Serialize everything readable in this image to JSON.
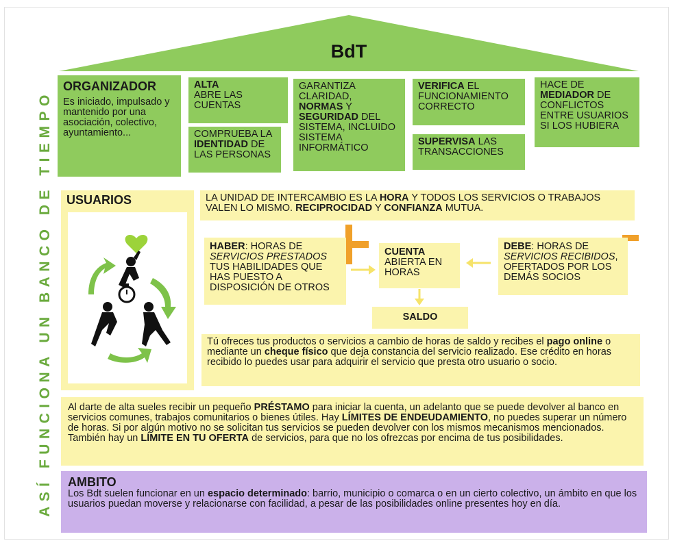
{
  "title": "BdT",
  "side_label": "ASÍ FUNCIONA UN BANCO DE TIEMPO",
  "organizador": {
    "title": "ORGANIZADOR",
    "text": "Es iniciado, impulsado y mantenido por una asociación, colectivo, ayuntamiento..."
  },
  "alta": {
    "bold": "ALTA",
    "text": "ABRE LAS CUENTAS"
  },
  "comprueba": {
    "pre": "COMPRUEBA LA",
    "bold": "IDENTIDAD",
    "post": "DE LAS PERSONAS"
  },
  "garantiza": {
    "pre": "GARANTIZA CLARIDAD,",
    "bold1": "NORMAS",
    "mid": "Y",
    "bold2": "SEGURIDAD",
    "post": "DEL SISTEMA, INCLUIDO SISTEMA INFORMÁTICO"
  },
  "verifica": {
    "bold": "VERIFICA",
    "text": "EL FUNCIONAMIENTO CORRECTO"
  },
  "supervisa": {
    "bold": "SUPERVISA",
    "text": "LAS TRANSACCIONES"
  },
  "mediador": {
    "pre": "HACE DE",
    "bold": "MEDIADOR",
    "post": "DE CONFLICTOS ENTRE USUARIOS SI LOS HUBIERA"
  },
  "usuarios": {
    "title": "USUARIOS"
  },
  "unidad": {
    "pre": "LA UNIDAD DE INTERCAMBIO ES LA",
    "bold1": "HORA",
    "mid": "Y TODOS LOS SERVICIOS O TRABAJOS VALEN LO MISMO.",
    "bold2": "RECIPROCIDAD",
    "mid2": "Y",
    "bold3": "CONFIANZA",
    "post": "MUTUA."
  },
  "haber": {
    "bold": "HABER",
    "pre": ": HORAS DE",
    "italic": "SERVICIOS PRESTADOS",
    "post": "TUS HABILIDADES QUE HAS PUESTO A DISPOSICIÓN DE OTROS"
  },
  "cuenta": {
    "bold": "CUENTA",
    "text": "ABIERTA EN HORAS"
  },
  "debe": {
    "bold": "DEBE",
    "pre": ": HORAS DE",
    "italic": "SERVICIOS RECIBIDOS",
    "post": ", OFERTADOS POR LOS DEMÁS SOCIOS"
  },
  "saldo": {
    "text": "SALDO"
  },
  "ofreces": {
    "pre": "Tú ofreces tus productos o servicios a cambio de horas de saldo y recibes el",
    "bold1": "pago online",
    "mid": "o mediante un",
    "bold2": "cheque físico",
    "post": "que deja constancia del servicio realizado. Ese crédito en horas recibido lo puedes usar para adquirir el servicio que presta otro usuario o socio."
  },
  "prestamo": {
    "t1": "Al darte de alta sueles recibir un pequeño",
    "b1": "PRÉSTAMO",
    "t2": "para iniciar la cuenta, un adelanto que se puede devolver al banco en servicios comunes, trabajos comunitarios o bienes útiles. Hay",
    "b2": "LÍMITES DE ENDEUDAMIENTO",
    "t3": ", no puedes superar un número de horas. Si por algún motivo no se solicitan tus servicios se pueden devolver con los mismos mecanismos mencionados. También hay un",
    "b3": "LÍMITE EN TU OFERTA",
    "t4": "de servicios, para que no los ofrezcas por encima de tus posibilidades."
  },
  "ambito": {
    "title": "AMBITO",
    "pre": "Los Bdt suelen funcionar en un",
    "bold": "espacio determinado",
    "post": ": barrio, municipio o comarca o en un cierto colectivo, un ámbito en que los usuarios puedan moverse y relacionarse con facilidad, a pesar de las posibilidades online presentes hoy en día."
  },
  "colors": {
    "green": "#8fcb5d",
    "yellow": "#fbf4ad",
    "purple": "#cbb1ea",
    "orange": "#f0a02a",
    "side_green": "#6aaa3d"
  },
  "icons": [
    "heart-icon",
    "person-icon",
    "stopwatch-icon",
    "recycle-arrow-icon",
    "plus-icon",
    "minus-icon",
    "arrow-icon"
  ]
}
